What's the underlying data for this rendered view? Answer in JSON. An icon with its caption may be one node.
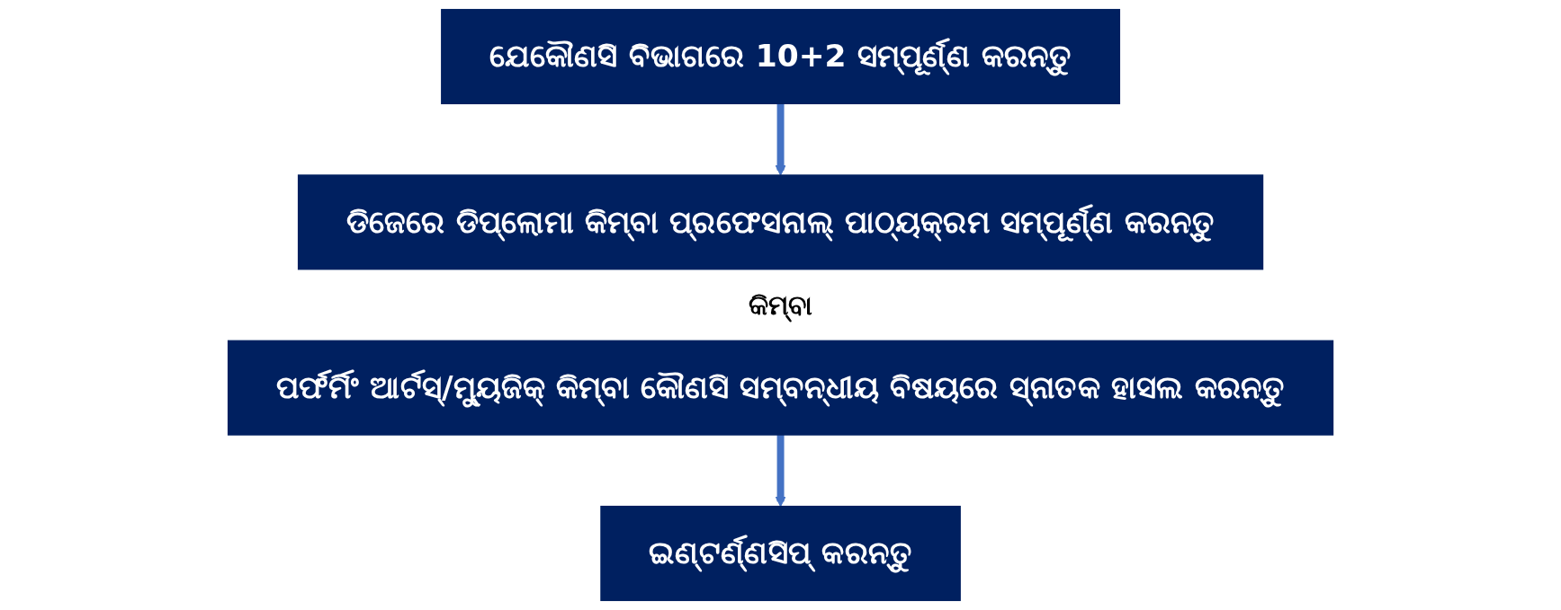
{
  "diagram": {
    "nodes": [
      {
        "text": [
          "ଯେକୌଣସି ବିଭାଗରେ 10+2 ସମ୍ପୂର୍ଣ୍ଣ କରନ୍ତୁ"
        ]
      },
      {
        "text": [
          "ଡିଜେରେ ଡିପ୍ଲୋମା କିମ୍ବା ପ୍ରଫେସନାଲ୍ ପାଠ୍ୟକ୍ରମ ସମ୍ପୂର୍ଣ୍ଣ କରନ୍ତୁ"
        ]
      },
      {
        "text": [
          "ପର୍ଫର୍ମିଂ ଆର୍ଟସ୍/ମ୍ୟୁଜିକ୍ କିମ୍ବା କୌଣସି ସମ୍ବନ୍ଧୀୟ ବିଷୟରେ ସ୍ନାତକ ହାସଲ କରନ୍ତୁ"
        ]
      },
      {
        "text": [
          "ଇଣ୍ଟର୍ଣ୍ଣସିପ୍ କରନ୍ତୁ"
        ]
      }
    ],
    "edges": [
      {
        "from": 0,
        "to": 1,
        "arrow": "to"
      },
      {
        "from": 2,
        "to": 3,
        "arrow": "to"
      }
    ],
    "labels": [
      "କିମ୍ବା"
    ]
  }
}
